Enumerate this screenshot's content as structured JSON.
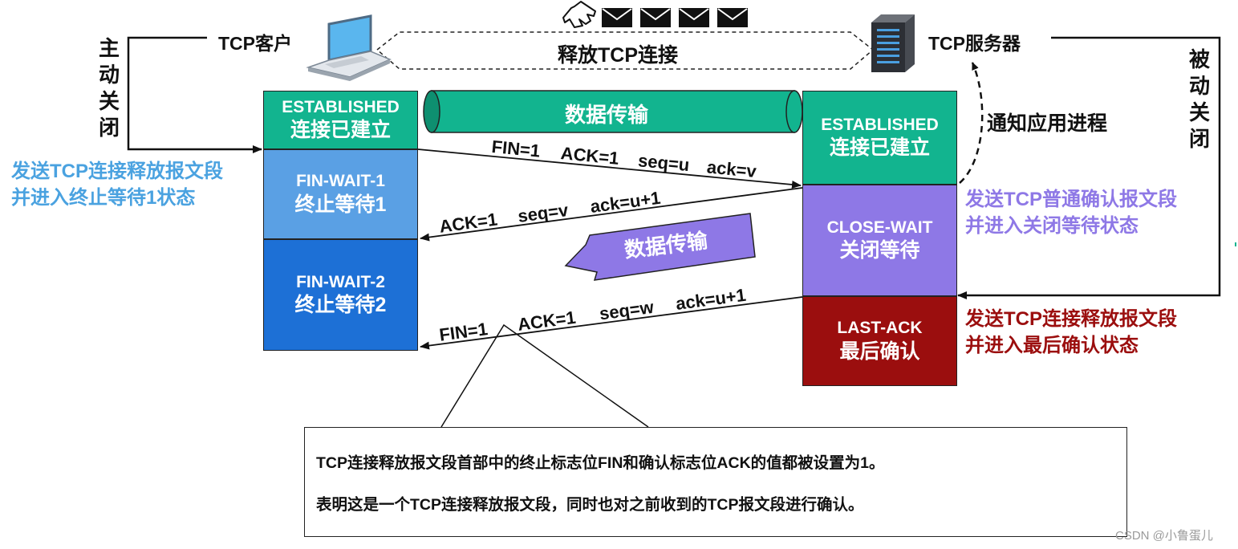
{
  "client": {
    "title": "TCP客户",
    "side_label": "主动关闭"
  },
  "server": {
    "title": "TCP服务器",
    "side_label": "被动关闭"
  },
  "release_label": "释放TCP连接",
  "data_transfer_1": "数据传输",
  "data_transfer_2": "数据传输",
  "client_states": [
    {
      "en": "ESTABLISHED",
      "cn": "连接已建立",
      "color": "#12b48f"
    },
    {
      "en": "FIN-WAIT-1",
      "cn": "终止等待1",
      "color": "#5aa0e4"
    },
    {
      "en": "FIN-WAIT-2",
      "cn": "终止等待2",
      "color": "#1d70d6"
    }
  ],
  "server_states": [
    {
      "en": "ESTABLISHED",
      "cn": "连接已建立",
      "color": "#12b48f"
    },
    {
      "en": "CLOSE-WAIT",
      "cn": "关闭等待",
      "color": "#8e78e6"
    },
    {
      "en": "LAST-ACK",
      "cn": "最后确认",
      "color": "#9b0e0e"
    }
  ],
  "segment_1": {
    "fin": "FIN=1",
    "ack": "ACK=1",
    "seq": "seq=u",
    "ackno": "ack=v"
  },
  "segment_2": {
    "ack": "ACK=1",
    "seq": "seq=v",
    "ackno": "ack=u+1"
  },
  "segment_3": {
    "fin": "FIN=1",
    "ack": "ACK=1",
    "seq": "seq=w",
    "ackno": "ack=u+1"
  },
  "notify_app": "通知应用进程",
  "client_desc": {
    "line1": "发送TCP连接释放报文段",
    "line2": "并进入终止等待1状态"
  },
  "server_desc_1": {
    "line1": "发送TCP普通确认报文段",
    "line2": "并进入关闭等待状态"
  },
  "server_desc_2": {
    "line1": "发送TCP连接释放报文段",
    "line2": "并进入最后确认状态"
  },
  "note": {
    "line1": "TCP连接释放报文段首部中的终止标志位FIN和确认标志位ACK的值都被设置为1。",
    "line2": "表明这是一个TCP连接释放报文段，同时也对之前收到的TCP报文段进行确认。"
  },
  "watermark": "CSDN @小鲁蛋儿",
  "icons": [
    "laptop-icon",
    "server-icon",
    "hand-icon",
    "envelope-icon"
  ]
}
